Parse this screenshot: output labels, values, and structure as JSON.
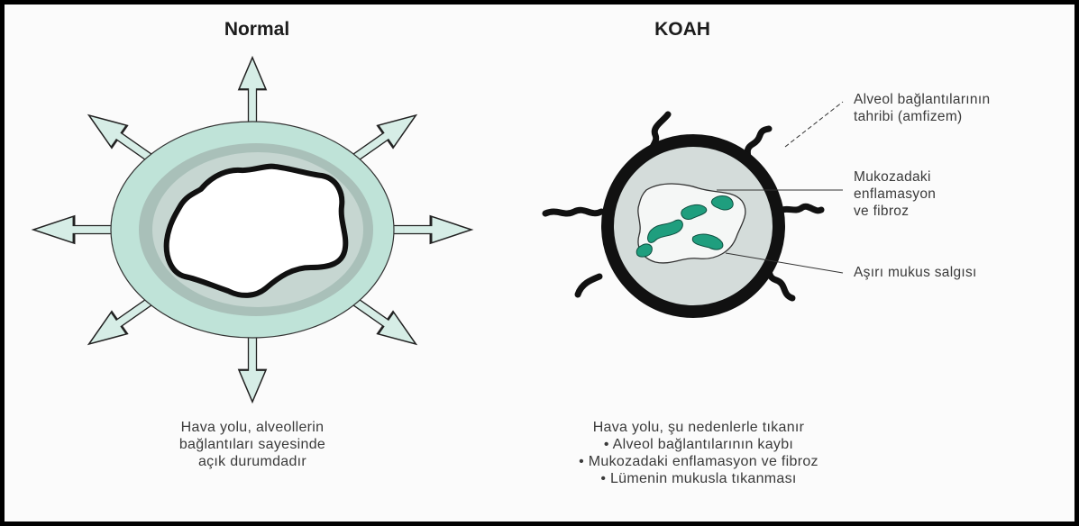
{
  "normal": {
    "title": "Normal",
    "caption": [
      "Hava yolu, alveollerin",
      "bağlantıları sayesinde",
      "açık durumdadır"
    ]
  },
  "koah": {
    "title": "KOAH",
    "annotations": {
      "alveol": [
        "Alveol bağlantılarının",
        "tahribi (amfizem)"
      ],
      "mukoza": [
        "Mukozadaki",
        "enflamasyon",
        "ve fibroz"
      ],
      "mukus": [
        "Aşırı mukus salgısı"
      ]
    },
    "caption": {
      "line1": "Hava yolu, şu nedenlerle tıkanır",
      "bullets": [
        "• Alveol bağlantılarının kaybı",
        "• Mukozadaki enflamasyon ve fibroz",
        "• Lümenin mukusla tıkanması"
      ]
    }
  },
  "colors": {
    "arrow_fill": "#d6ede6",
    "ring_outer": "#bfe3d8",
    "ring_inner": "#a8bfb8",
    "mucus": "#1f9e7e",
    "outline": "#111111"
  }
}
